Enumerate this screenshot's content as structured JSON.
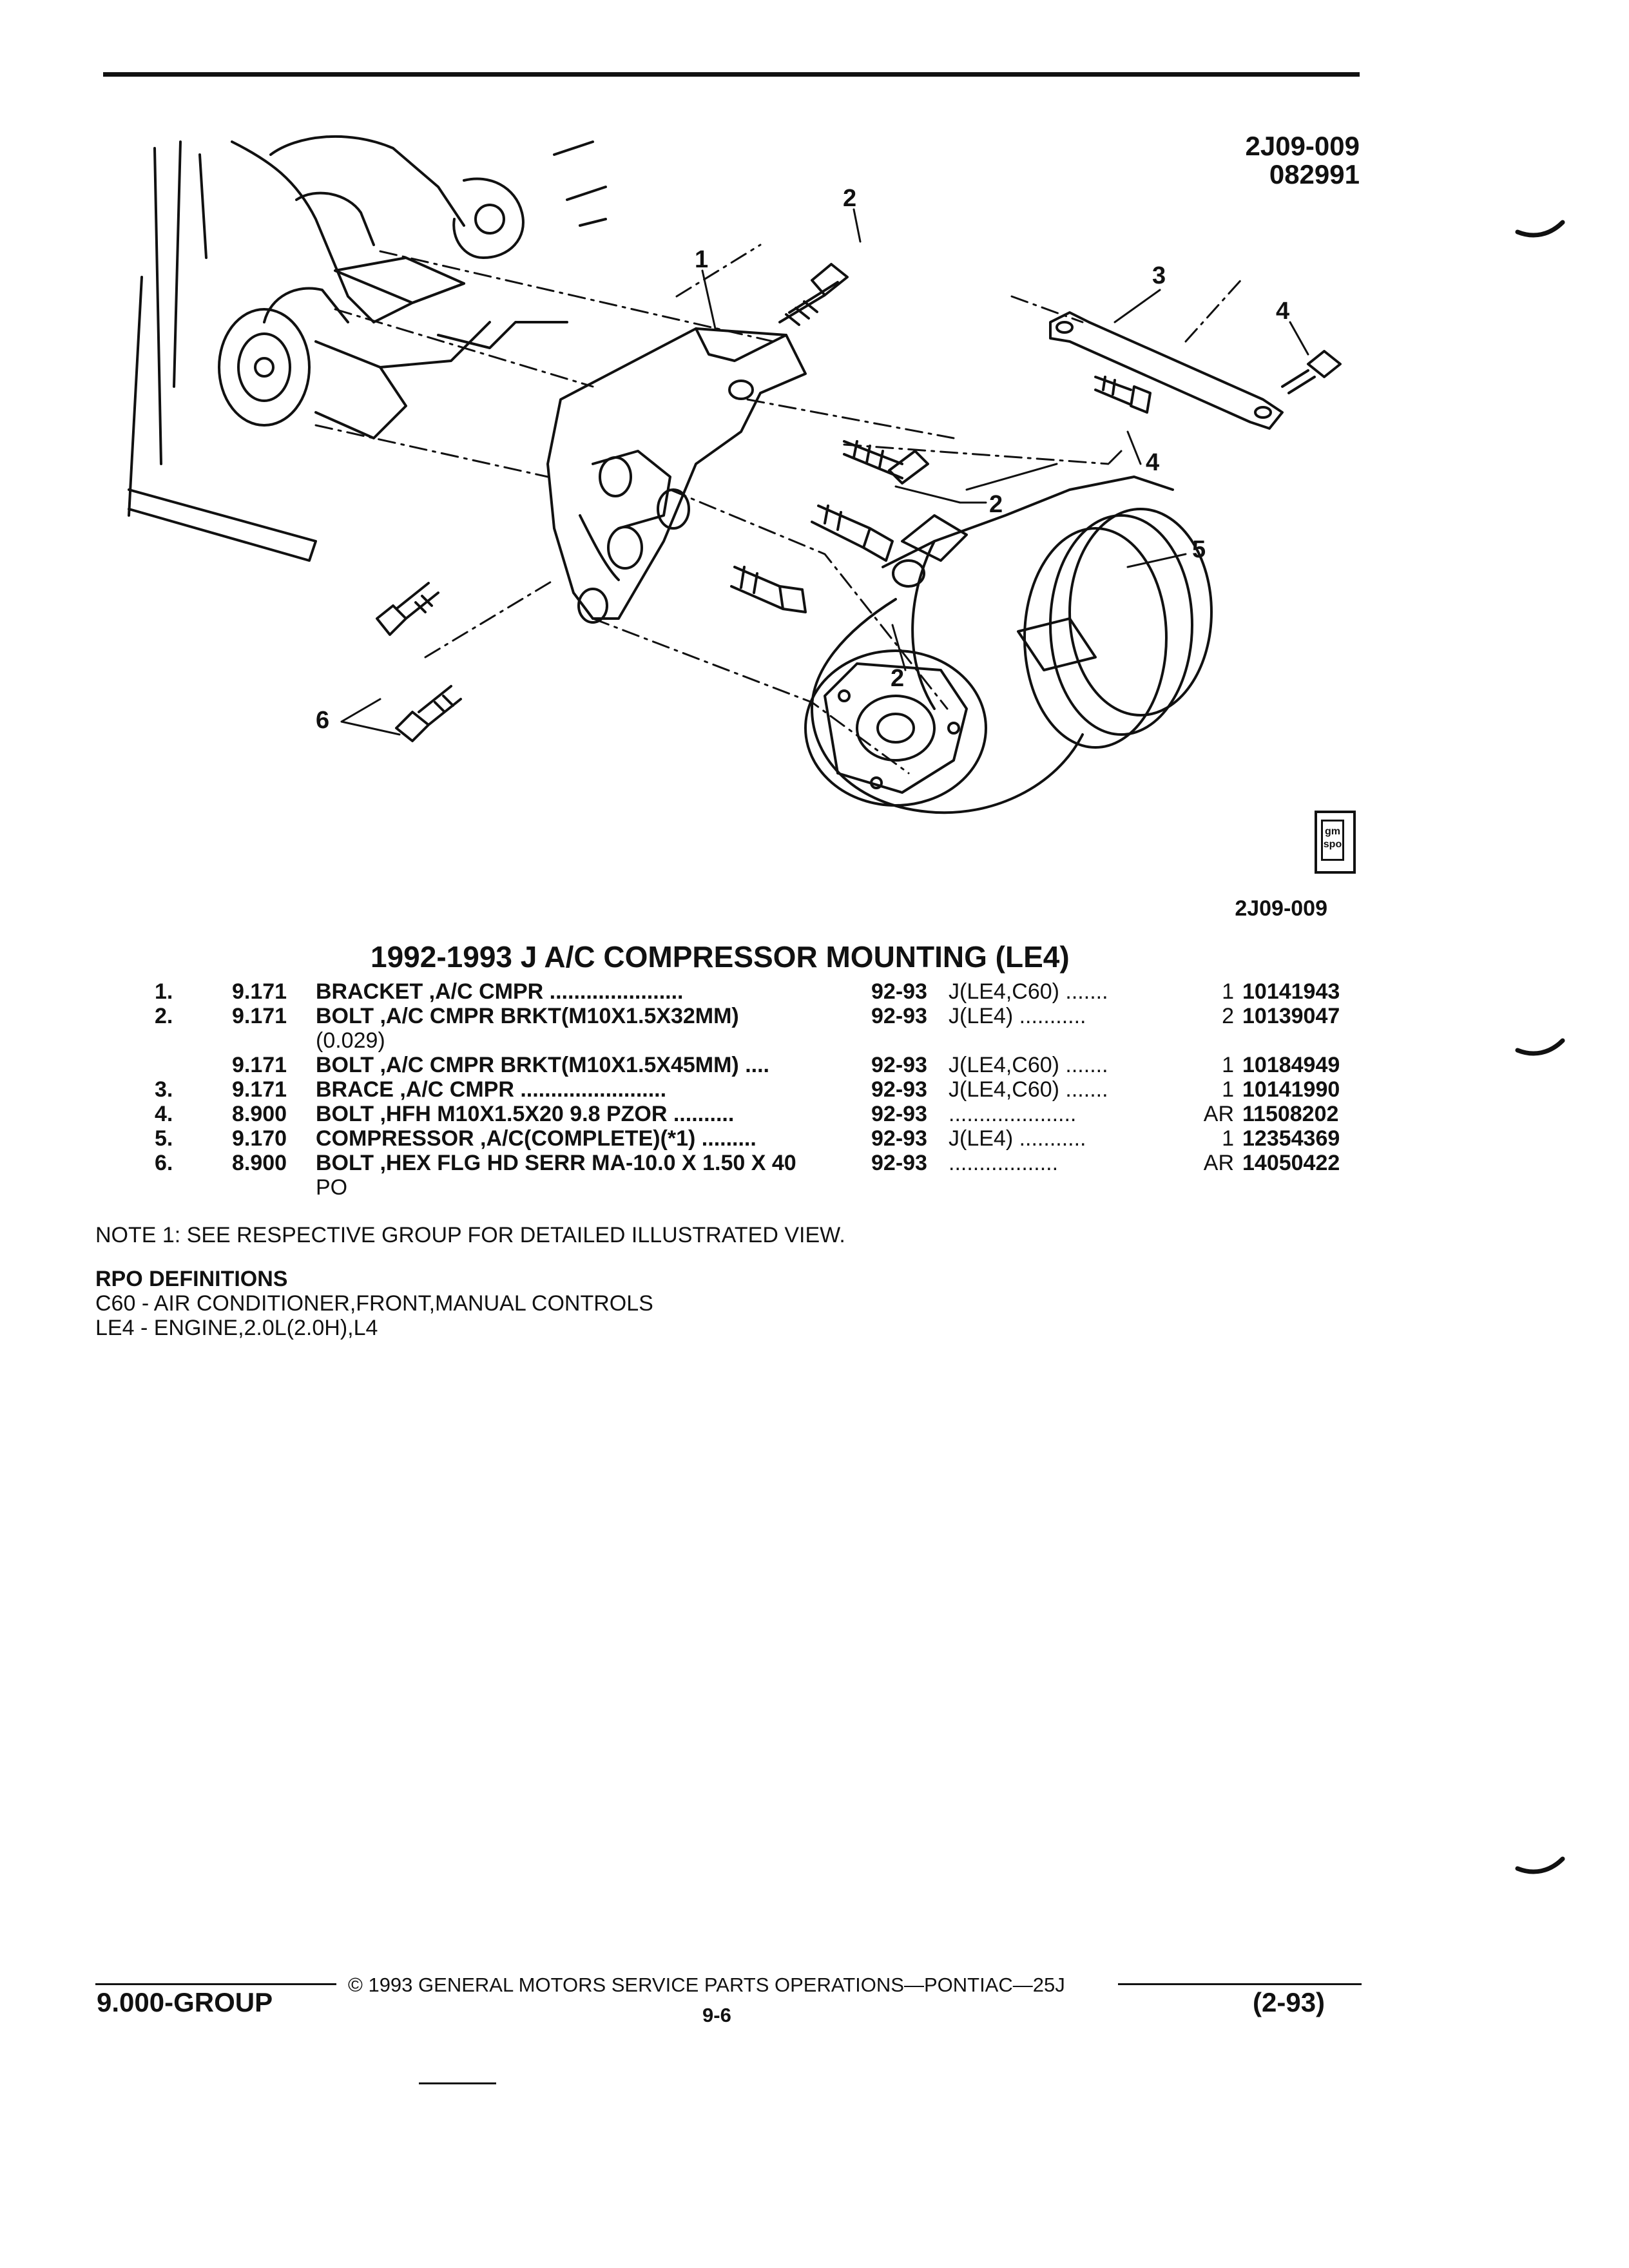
{
  "figure": {
    "id": "2J09-009",
    "date_code": "082991",
    "caption_id": "2J09-009"
  },
  "callouts": [
    "1",
    "2",
    "2",
    "2",
    "2",
    "3",
    "4",
    "4",
    "5",
    "6"
  ],
  "title": "1992-1993 J A/C COMPRESSOR MOUNTING (LE4)",
  "parts": [
    {
      "num": "1.",
      "code": "9.171",
      "desc": "BRACKET ,A/C CMPR ......................",
      "years": "92-93",
      "model": "J(LE4,C60) .......",
      "qty": "1",
      "pn": "10141943"
    },
    {
      "num": "2.",
      "code": "9.171",
      "desc": "BOLT ,A/C CMPR BRKT(M10X1.5X32MM)",
      "desc_cont": "(0.029)",
      "years": "92-93",
      "model": "J(LE4) ...........",
      "qty": "2",
      "pn": "10139047"
    },
    {
      "num": "",
      "code": "9.171",
      "desc": "BOLT ,A/C CMPR BRKT(M10X1.5X45MM) ....",
      "years": "92-93",
      "model": "J(LE4,C60) .......",
      "qty": "1",
      "pn": "10184949"
    },
    {
      "num": "3.",
      "code": "9.171",
      "desc": "BRACE ,A/C CMPR ........................",
      "years": "92-93",
      "model": "J(LE4,C60) .......",
      "qty": "1",
      "pn": "10141990"
    },
    {
      "num": "4.",
      "code": "8.900",
      "desc": "BOLT ,HFH M10X1.5X20 9.8 PZOR ..........",
      "years": "92-93",
      "model": ".....................",
      "qty": "AR",
      "pn": "11508202"
    },
    {
      "num": "5.",
      "code": "9.170",
      "desc": "COMPRESSOR ,A/C(COMPLETE)(*1) .........",
      "years": "92-93",
      "model": "J(LE4) ...........",
      "qty": "1",
      "pn": "12354369"
    },
    {
      "num": "6.",
      "code": "8.900",
      "desc": "BOLT ,HEX FLG HD SERR MA-10.0 X 1.50 X 40",
      "desc_cont": "PO",
      "years": "92-93",
      "model": "..................",
      "qty": "AR",
      "pn": "14050422"
    }
  ],
  "note": "NOTE  1:  SEE RESPECTIVE GROUP FOR DETAILED ILLUSTRATED VIEW.",
  "rpo": {
    "heading": "RPO DEFINITIONS",
    "items": [
      "C60 - AIR CONDITIONER,FRONT,MANUAL CONTROLS",
      "LE4 - ENGINE,2.0L(2.0H),L4"
    ]
  },
  "footer": {
    "copyright": "© 1993  GENERAL MOTORS SERVICE PARTS OPERATIONS—PONTIAC—25J",
    "group": "9.000-GROUP",
    "page": "9-6",
    "date": "(2-93)"
  },
  "logo": {
    "text_top": "gm",
    "text_bottom": "spo"
  }
}
